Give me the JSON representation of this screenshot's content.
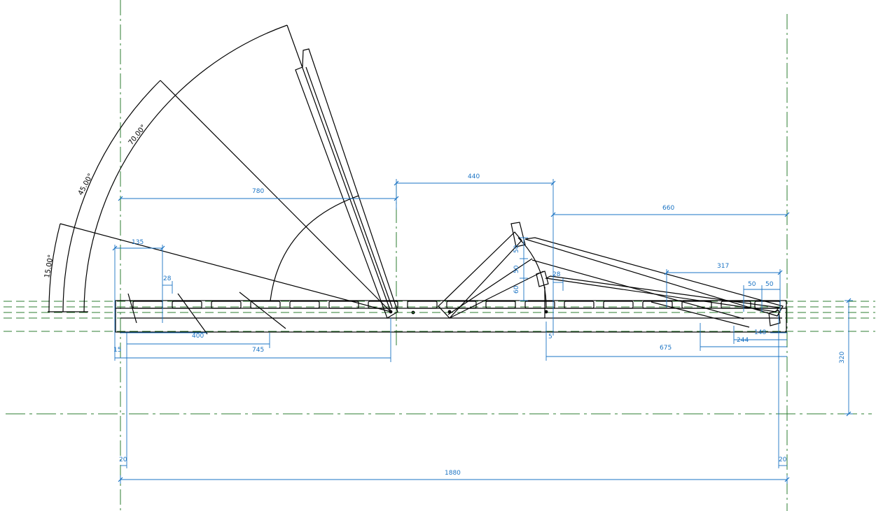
{
  "colors": {
    "outline": "#000000",
    "dimension": "#1a73c4",
    "centerline": "#2e7d32",
    "background": "#ffffff"
  },
  "angles": {
    "a15": "15.00°",
    "a45": "45.00°",
    "a70": "70.00°"
  },
  "dims": {
    "d780": "780",
    "d440": "440",
    "d660": "660",
    "d135": "135",
    "d28a": "28",
    "d400": "400",
    "d745": "745",
    "d15": "15",
    "d50a": "50",
    "d50b": "50",
    "d60": "60",
    "d28b": "28",
    "d5": "5",
    "d317": "317",
    "d50c": "50",
    "d50d": "50",
    "d148": "148",
    "d244": "244",
    "d675": "675",
    "d320": "320",
    "d20a": "20",
    "d20b": "20",
    "d1880": "1880"
  }
}
